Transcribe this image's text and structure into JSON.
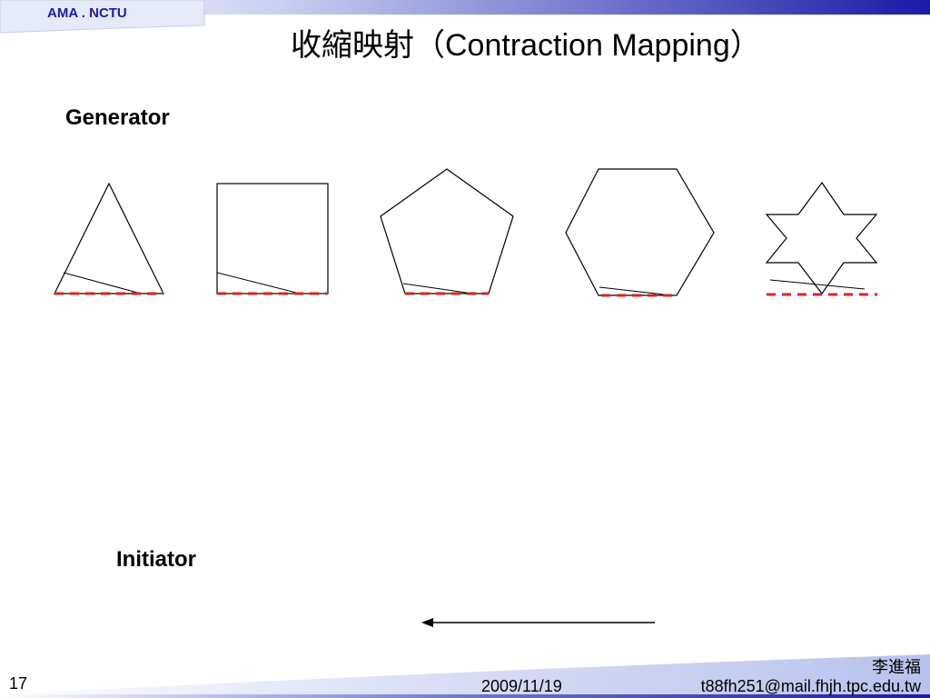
{
  "header": {
    "logo_text": "AMA . NCTU",
    "band_color": "#1a1aa8"
  },
  "slide": {
    "title": "收縮映射（Contraction Mapping）",
    "generator_label": "Generator",
    "initiator_label": "Initiator"
  },
  "footer": {
    "page_number": "17",
    "date": "2009/11/19",
    "author": "李進福",
    "email": "t88fh251@mail.fhjh.tpc.edu.tw"
  },
  "colors": {
    "dash_red": "#e02020",
    "stroke": "#000000"
  }
}
